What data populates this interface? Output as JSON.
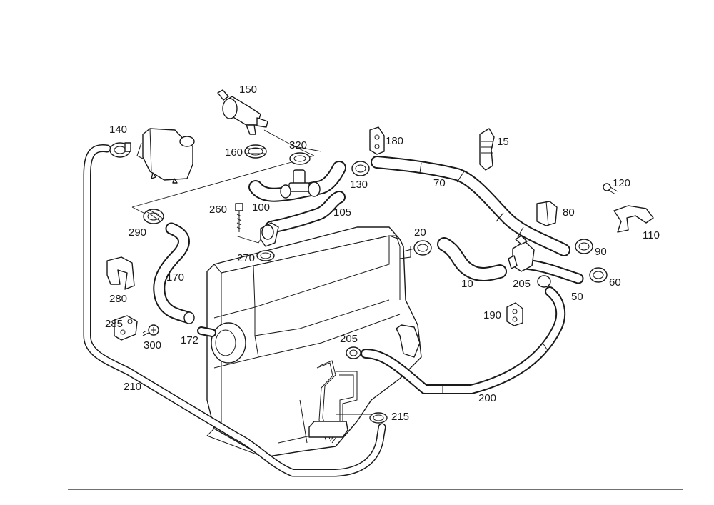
{
  "labels": {
    "p10": "10",
    "p15": "15",
    "p20": "20",
    "p50": "50",
    "p60": "60",
    "p70": "70",
    "p80": "80",
    "p90": "90",
    "p100": "100",
    "p105": "105",
    "p110": "110",
    "p120": "120",
    "p130": "130",
    "p140": "140",
    "p150": "150",
    "p160": "160",
    "p170": "170",
    "p172": "172",
    "p180": "180",
    "p190": "190",
    "p200": "200",
    "p205a": "205",
    "p205b": "205",
    "p210": "210",
    "p215": "215",
    "p260": "260",
    "p270": "270",
    "p280": "280",
    "p285": "285",
    "p290": "290",
    "p300": "300",
    "p320": "320"
  }
}
